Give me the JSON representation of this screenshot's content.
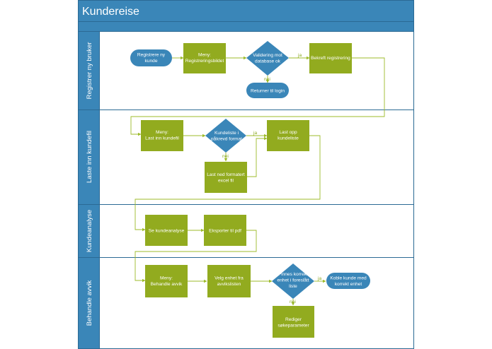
{
  "title": "Kundereise",
  "colors": {
    "header": "#3a86b8",
    "header_stroke": "#2b6a94",
    "lane_bg": "#3a86b8",
    "task": "#92ab1f",
    "decision": "#3a86b8",
    "terminator": "#3a86b8",
    "connector": "#9dbb2a",
    "border": "#2b6a94"
  },
  "lanes": [
    {
      "id": "lane1",
      "label": "Registrer ny bruker"
    },
    {
      "id": "lane2",
      "label": "Laste inn kundefil"
    },
    {
      "id": "lane3",
      "label": "Kundeanalyse"
    },
    {
      "id": "lane4",
      "label": "Behandle avvik"
    }
  ],
  "nodes": [
    {
      "id": "n1",
      "kind": "terminator",
      "lines": [
        "Registrere ny",
        "kunde"
      ]
    },
    {
      "id": "n2",
      "kind": "task",
      "lines": [
        "Meny:",
        "Registreringsbildet"
      ]
    },
    {
      "id": "n3",
      "kind": "decision",
      "lines": [
        "Validering mot",
        "database ok"
      ]
    },
    {
      "id": "n4",
      "kind": "task",
      "lines": [
        "Bekreft registrering"
      ]
    },
    {
      "id": "n5",
      "kind": "terminator",
      "lines": [
        "Returner til login"
      ]
    },
    {
      "id": "n6",
      "kind": "task",
      "lines": [
        "Meny:",
        "Last inn kundefil"
      ]
    },
    {
      "id": "n7",
      "kind": "decision",
      "lines": [
        "Kundeliste i",
        "påkrevd format"
      ]
    },
    {
      "id": "n8",
      "kind": "task",
      "lines": [
        "Last opp",
        "kundeliste"
      ]
    },
    {
      "id": "n9",
      "kind": "task",
      "lines": [
        "Last ned formatert",
        "excel fil"
      ]
    },
    {
      "id": "n10",
      "kind": "task",
      "lines": [
        "Se kundeanalyse"
      ]
    },
    {
      "id": "n11",
      "kind": "task",
      "lines": [
        "Eksporter til pdf"
      ]
    },
    {
      "id": "n12",
      "kind": "task",
      "lines": [
        "Meny:",
        "Behandle avvik"
      ]
    },
    {
      "id": "n13",
      "kind": "task",
      "lines": [
        "Velg enhet fra",
        "avvikslisten"
      ]
    },
    {
      "id": "n14",
      "kind": "decision",
      "lines": [
        "Finnes korrekt",
        "enhet i foreslått",
        "liste"
      ]
    },
    {
      "id": "n15",
      "kind": "terminator",
      "lines": [
        "Koble kunde med",
        "korrekt enhet"
      ]
    },
    {
      "id": "n16",
      "kind": "task",
      "lines": [
        "Rediger",
        "søkeparameter"
      ]
    }
  ],
  "edge_labels": [
    "ja",
    "nei",
    "ja",
    "nei",
    "ja",
    "nei"
  ]
}
